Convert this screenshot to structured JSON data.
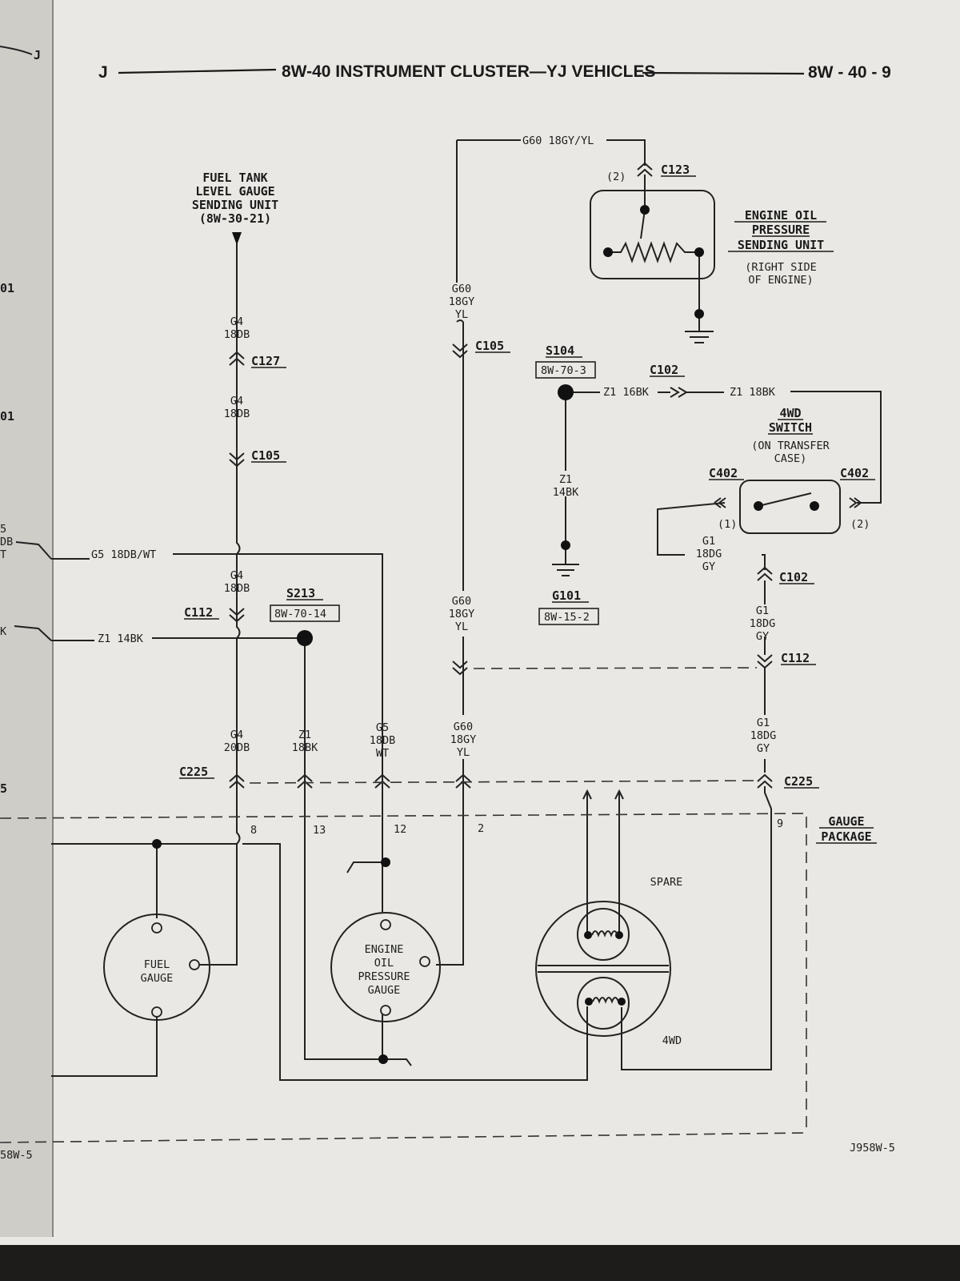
{
  "header": {
    "left_letter": "J",
    "title": "8W-40 INSTRUMENT CLUSTER—YJ VEHICLES",
    "page_number": "8W - 40 - 9"
  },
  "left_margin": {
    "top_letter": "J",
    "texts": [
      "01",
      "01",
      "5",
      "DB",
      "T",
      "K",
      "5",
      "58W-5"
    ]
  },
  "components": {
    "fuel_sender": {
      "line1": "FUEL TANK",
      "line2": "LEVEL GAUGE",
      "line3": "SENDING UNIT",
      "ref": "(8W-30-21)"
    },
    "oil_sender": {
      "line1": "ENGINE OIL",
      "line2": "PRESSURE",
      "line3": "SENDING UNIT",
      "note1": "(RIGHT SIDE",
      "note2": "OF ENGINE)"
    },
    "wd_switch": {
      "line1": "4WD",
      "line2": "SWITCH",
      "note1": "(ON TRANSFER",
      "note2": "CASE)"
    },
    "fuel_gauge": {
      "line1": "FUEL",
      "line2": "GAUGE"
    },
    "oil_gauge": {
      "line1": "ENGINE",
      "line2": "OIL",
      "line3": "PRESSURE",
      "line4": "GAUGE"
    },
    "spare_label": "SPARE",
    "wd_label": "4WD",
    "gauge_package": {
      "line1": "GAUGE",
      "line2": "PACKAGE"
    }
  },
  "splices": {
    "s213": {
      "name": "S213",
      "ref": "8W-70-14"
    },
    "s104": {
      "name": "S104",
      "ref": "8W-70-3"
    },
    "g101": {
      "name": "G101",
      "ref": "8W-15-2"
    }
  },
  "connectors": {
    "c123": "C123",
    "c127": "C127",
    "c105a": "C105",
    "c105b": "C105",
    "c112a": "C112",
    "c112b": "C112",
    "c102a": "C102",
    "c102b": "C102",
    "c402a": "C402",
    "c402b": "C402",
    "c225a": "C225",
    "c225b": "C225"
  },
  "pins": {
    "c123_pin": "(2)",
    "c402_left": "(1)",
    "c402_right": "(2)",
    "p8": "8",
    "p13": "13",
    "p12": "12",
    "p2": "2",
    "p9": "9"
  },
  "wires": {
    "g60_top": "G60 18GY/YL",
    "g60_a": [
      "G60",
      "18GY",
      "YL"
    ],
    "g60_b": [
      "G60",
      "18GY",
      "YL"
    ],
    "g60_c": [
      "G60",
      "18GY",
      "YL"
    ],
    "g4_a": [
      "G4",
      "18DB"
    ],
    "g4_b": [
      "G4",
      "18DB"
    ],
    "g4_c": [
      "G4",
      "18DB"
    ],
    "g4_d": [
      "G4",
      "20DB"
    ],
    "g5_h": "G5 18DB/WT",
    "g5_v": [
      "G5",
      "18DB",
      "WT"
    ],
    "z1_h": "Z1 14BK",
    "z1_v": [
      "Z1",
      "18BK"
    ],
    "z1_16": "Z1 16BK",
    "z1_18": "Z1 18BK",
    "z1_14": [
      "Z1",
      "14BK"
    ],
    "g1_a": [
      "G1",
      "18DG",
      "GY"
    ],
    "g1_b": [
      "G1",
      "18DG",
      "GY"
    ],
    "g1_c": [
      "G1",
      "18DG",
      "GY"
    ]
  },
  "figure_code": "J958W-5"
}
